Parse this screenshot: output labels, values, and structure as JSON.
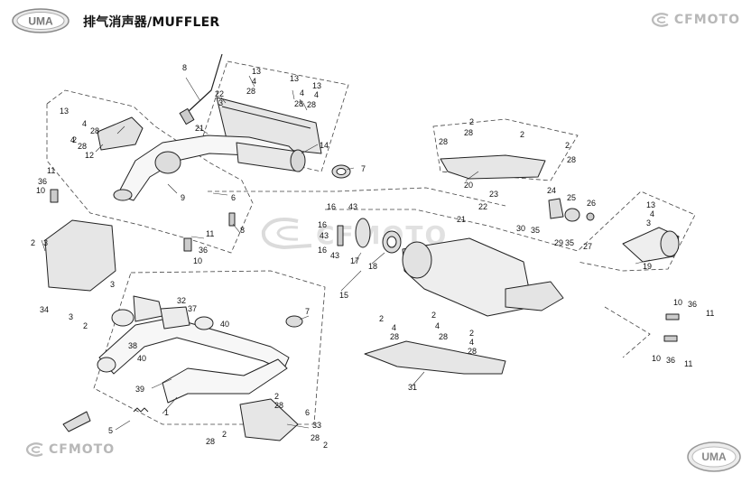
{
  "header": {
    "logo_text": "UMA",
    "title": "排气消声器/MUFFLER",
    "brand": "CFMOTO"
  },
  "footer": {
    "brand": "CFMOTO",
    "logo_text": "UMA"
  },
  "watermark": {
    "brand": "CFMOTO"
  },
  "callouts": [
    {
      "id": "c01",
      "label": "8"
    },
    {
      "id": "c02",
      "label": "13"
    },
    {
      "id": "c03",
      "label": "4"
    },
    {
      "id": "c04",
      "label": "28"
    },
    {
      "id": "c05",
      "label": "22"
    },
    {
      "id": "c06",
      "label": "3"
    },
    {
      "id": "c07",
      "label": "13"
    },
    {
      "id": "c08",
      "label": "4"
    },
    {
      "id": "c09",
      "label": "28"
    },
    {
      "id": "c10",
      "label": "13"
    },
    {
      "id": "c11",
      "label": "4"
    },
    {
      "id": "c12",
      "label": "28"
    },
    {
      "id": "c13",
      "label": "13"
    },
    {
      "id": "c14",
      "label": "4"
    },
    {
      "id": "c15",
      "label": "28"
    },
    {
      "id": "c16",
      "label": "2"
    },
    {
      "id": "c17",
      "label": "4"
    },
    {
      "id": "c18",
      "label": "28"
    },
    {
      "id": "c19",
      "label": "12"
    },
    {
      "id": "c20",
      "label": "21"
    },
    {
      "id": "c21",
      "label": "14"
    },
    {
      "id": "c22",
      "label": "7"
    },
    {
      "id": "c23",
      "label": "11"
    },
    {
      "id": "c24",
      "label": "36"
    },
    {
      "id": "c25",
      "label": "10"
    },
    {
      "id": "c26",
      "label": "9"
    },
    {
      "id": "c27",
      "label": "6"
    },
    {
      "id": "c28",
      "label": "11"
    },
    {
      "id": "c29",
      "label": "36"
    },
    {
      "id": "c30",
      "label": "10"
    },
    {
      "id": "c31",
      "label": "8"
    },
    {
      "id": "c32",
      "label": "2"
    },
    {
      "id": "c33",
      "label": "3"
    },
    {
      "id": "c34",
      "label": "34"
    },
    {
      "id": "c35",
      "label": "3"
    },
    {
      "id": "c36",
      "label": "3"
    },
    {
      "id": "c37",
      "label": "2"
    },
    {
      "id": "c38",
      "label": "32"
    },
    {
      "id": "c39",
      "label": "37"
    },
    {
      "id": "c40",
      "label": "38"
    },
    {
      "id": "c41",
      "label": "40"
    },
    {
      "id": "c42",
      "label": "39"
    },
    {
      "id": "c43",
      "label": "40"
    },
    {
      "id": "c44",
      "label": "7"
    },
    {
      "id": "c45",
      "label": "2"
    },
    {
      "id": "c46",
      "label": "28"
    },
    {
      "id": "c47",
      "label": "1"
    },
    {
      "id": "c48",
      "label": "5"
    },
    {
      "id": "c49",
      "label": "6"
    },
    {
      "id": "c50",
      "label": "33"
    },
    {
      "id": "c51",
      "label": "28"
    },
    {
      "id": "c52",
      "label": "2"
    },
    {
      "id": "c53",
      "label": "28"
    },
    {
      "id": "c54",
      "label": "2"
    },
    {
      "id": "c55",
      "label": "2"
    },
    {
      "id": "c56",
      "label": "28"
    },
    {
      "id": "c57",
      "label": "2"
    },
    {
      "id": "c58",
      "label": "28"
    },
    {
      "id": "c59",
      "label": "2"
    },
    {
      "id": "c60",
      "label": "28"
    },
    {
      "id": "c61",
      "label": "20"
    },
    {
      "id": "c62",
      "label": "16"
    },
    {
      "id": "c63",
      "label": "43"
    },
    {
      "id": "c64",
      "label": "16"
    },
    {
      "id": "c65",
      "label": "43"
    },
    {
      "id": "c66",
      "label": "16"
    },
    {
      "id": "c67",
      "label": "43"
    },
    {
      "id": "c68",
      "label": "17"
    },
    {
      "id": "c69",
      "label": "18"
    },
    {
      "id": "c70",
      "label": "15"
    },
    {
      "id": "c71",
      "label": "21"
    },
    {
      "id": "c72",
      "label": "22"
    },
    {
      "id": "c73",
      "label": "23"
    },
    {
      "id": "c74",
      "label": "24"
    },
    {
      "id": "c75",
      "label": "25"
    },
    {
      "id": "c76",
      "label": "26"
    },
    {
      "id": "c77",
      "label": "30"
    },
    {
      "id": "c78",
      "label": "35"
    },
    {
      "id": "c79",
      "label": "29"
    },
    {
      "id": "c80",
      "label": "35"
    },
    {
      "id": "c81",
      "label": "27"
    },
    {
      "id": "c82",
      "label": "13"
    },
    {
      "id": "c83",
      "label": "4"
    },
    {
      "id": "c84",
      "label": "3"
    },
    {
      "id": "c85",
      "label": "19"
    },
    {
      "id": "c86",
      "label": "10"
    },
    {
      "id": "c87",
      "label": "36"
    },
    {
      "id": "c88",
      "label": "11"
    },
    {
      "id": "c89",
      "label": "10"
    },
    {
      "id": "c90",
      "label": "36"
    },
    {
      "id": "c91",
      "label": "11"
    },
    {
      "id": "c92",
      "label": "2"
    },
    {
      "id": "c93",
      "label": "4"
    },
    {
      "id": "c94",
      "label": "28"
    },
    {
      "id": "c95",
      "label": "2"
    },
    {
      "id": "c96",
      "label": "4"
    },
    {
      "id": "c97",
      "label": "28"
    },
    {
      "id": "c98",
      "label": "2"
    },
    {
      "id": "c99",
      "label": "4"
    },
    {
      "id": "c100",
      "label": "28"
    },
    {
      "id": "c101",
      "label": "31"
    }
  ]
}
